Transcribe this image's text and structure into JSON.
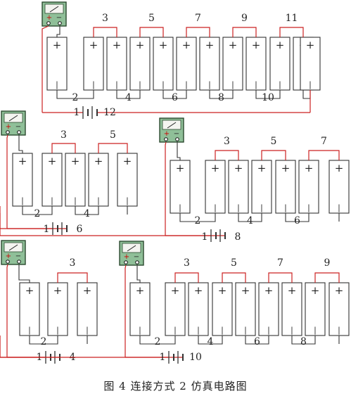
{
  "caption": "图 4   连接方式 2 仿真电路图",
  "meter_labels": {
    "plus": "+",
    "minus": "−"
  },
  "cell_labels": {
    "plus": "+",
    "minus": "|"
  },
  "colors": {
    "red": "#cc2222",
    "black": "#333333",
    "meter_face": "#8fbf98",
    "meter_border": "#2b4a2f"
  },
  "circuits": [
    {
      "id": "a",
      "cells": 12,
      "top_labels": [
        "3",
        "5",
        "7",
        "9",
        "11"
      ],
      "bottom_labels": [
        "2",
        "4",
        "6",
        "8",
        "10"
      ],
      "battery": {
        "left": "1",
        "right": "12"
      }
    },
    {
      "id": "b",
      "cells": 6,
      "top_labels": [
        "3",
        "5"
      ],
      "bottom_labels": [
        "2",
        "4"
      ],
      "battery": {
        "left": "1",
        "right": "6"
      }
    },
    {
      "id": "c",
      "cells": 8,
      "top_labels": [
        "3",
        "5",
        "7"
      ],
      "bottom_labels": [
        "2",
        "4",
        "6"
      ],
      "battery": {
        "left": "1",
        "right": "8"
      }
    },
    {
      "id": "d",
      "cells": 4,
      "top_labels": [
        "3"
      ],
      "bottom_labels": [
        "2"
      ],
      "battery": {
        "left": "1",
        "right": "4"
      }
    },
    {
      "id": "e",
      "cells": 10,
      "top_labels": [
        "3",
        "5",
        "7",
        "9"
      ],
      "bottom_labels": [
        "2",
        "4",
        "6",
        "8"
      ],
      "battery": {
        "left": "1",
        "right": "10"
      }
    }
  ]
}
